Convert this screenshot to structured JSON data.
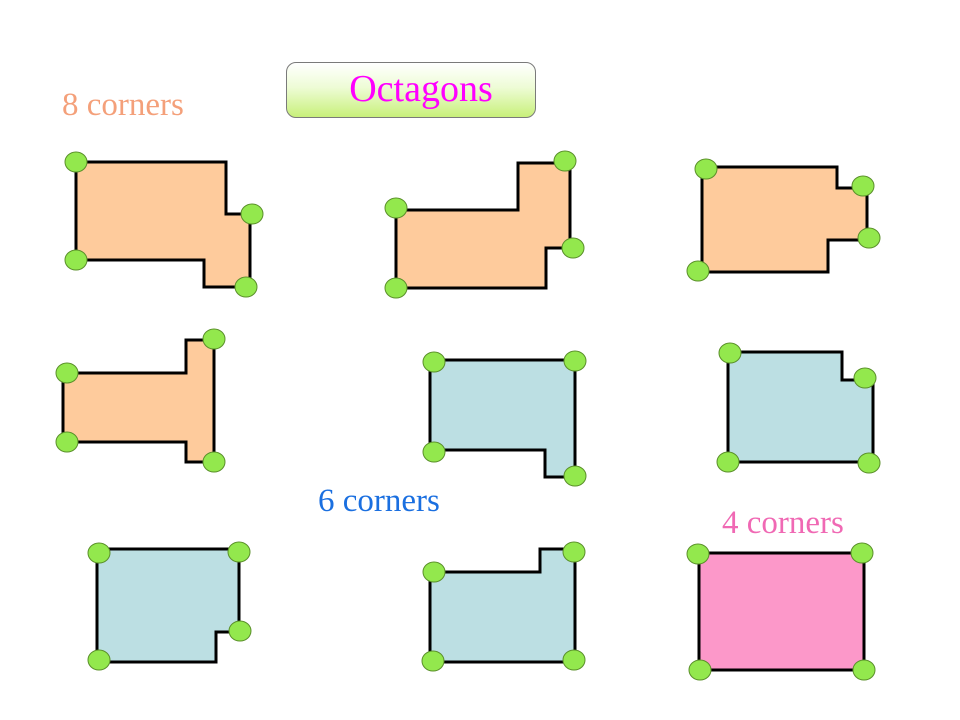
{
  "title": {
    "text": "Octagons",
    "color": "#ff00ff"
  },
  "labels": {
    "eight": {
      "text": "8 corners",
      "color": "#f4a07a"
    },
    "six": {
      "text": "6 corners",
      "color": "#1a6fe0"
    },
    "four": {
      "text": "4 corners",
      "color": "#f069b4"
    }
  },
  "colors": {
    "orange": "#fecb9c",
    "blue": "#bcdfe3",
    "pink": "#fc98c9",
    "corner": "#93e84d"
  },
  "shapes": [
    {
      "name": "shape-8-corners-1",
      "category": "8 corners",
      "fill": "orange"
    },
    {
      "name": "shape-8-corners-2",
      "category": "8 corners",
      "fill": "orange"
    },
    {
      "name": "shape-8-corners-3",
      "category": "8 corners",
      "fill": "orange"
    },
    {
      "name": "shape-8-corners-4",
      "category": "8 corners",
      "fill": "orange"
    },
    {
      "name": "shape-6-corners-1",
      "category": "6 corners",
      "fill": "blue"
    },
    {
      "name": "shape-6-corners-2",
      "category": "6 corners",
      "fill": "blue"
    },
    {
      "name": "shape-6-corners-3",
      "category": "6 corners",
      "fill": "blue"
    },
    {
      "name": "shape-6-corners-4",
      "category": "6 corners",
      "fill": "blue"
    },
    {
      "name": "shape-4-corners-1",
      "category": "4 corners",
      "fill": "pink"
    }
  ]
}
